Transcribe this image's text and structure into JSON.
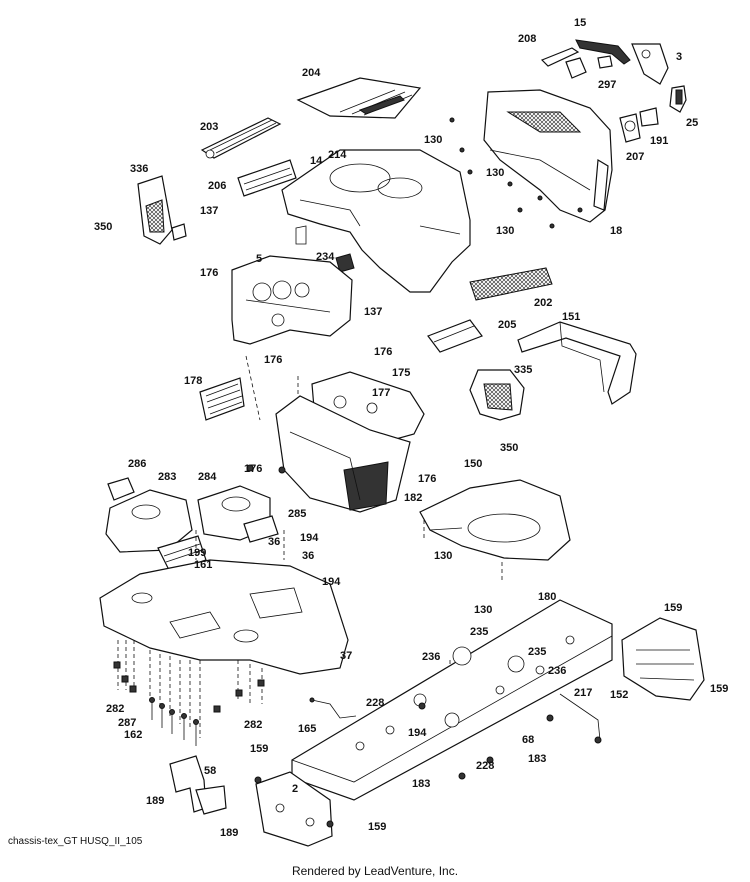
{
  "diagram": {
    "caption": "chassis-tex_GT HUSQ_II_105",
    "footer": "Rendered by LeadVenture, Inc.",
    "callouts": [
      {
        "id": "c15",
        "text": "15"
      },
      {
        "id": "c208",
        "text": "208"
      },
      {
        "id": "c3",
        "text": "3"
      },
      {
        "id": "c297",
        "text": "297"
      },
      {
        "id": "c204",
        "text": "204"
      },
      {
        "id": "c25",
        "text": "25"
      },
      {
        "id": "c203",
        "text": "203"
      },
      {
        "id": "c191",
        "text": "191"
      },
      {
        "id": "c207",
        "text": "207"
      },
      {
        "id": "c130a",
        "text": "130"
      },
      {
        "id": "c214",
        "text": "214"
      },
      {
        "id": "c14",
        "text": "14"
      },
      {
        "id": "c130b",
        "text": "130"
      },
      {
        "id": "c336",
        "text": "336"
      },
      {
        "id": "c206",
        "text": "206"
      },
      {
        "id": "c130c",
        "text": "130"
      },
      {
        "id": "c18",
        "text": "18"
      },
      {
        "id": "c137a",
        "text": "137"
      },
      {
        "id": "c350a",
        "text": "350"
      },
      {
        "id": "c5",
        "text": "5"
      },
      {
        "id": "c234",
        "text": "234"
      },
      {
        "id": "c176a",
        "text": "176"
      },
      {
        "id": "c202",
        "text": "202"
      },
      {
        "id": "c137b",
        "text": "137"
      },
      {
        "id": "c151",
        "text": "151"
      },
      {
        "id": "c205",
        "text": "205"
      },
      {
        "id": "c176b",
        "text": "176"
      },
      {
        "id": "c176c",
        "text": "176"
      },
      {
        "id": "c335",
        "text": "335"
      },
      {
        "id": "c175",
        "text": "175"
      },
      {
        "id": "c178",
        "text": "178"
      },
      {
        "id": "c177",
        "text": "177"
      },
      {
        "id": "c350b",
        "text": "350"
      },
      {
        "id": "c176d",
        "text": "176"
      },
      {
        "id": "c286",
        "text": "286"
      },
      {
        "id": "c283",
        "text": "283"
      },
      {
        "id": "c284",
        "text": "284"
      },
      {
        "id": "c150",
        "text": "150"
      },
      {
        "id": "c176e",
        "text": "176"
      },
      {
        "id": "c182",
        "text": "182"
      },
      {
        "id": "c285",
        "text": "285"
      },
      {
        "id": "c194a",
        "text": "194"
      },
      {
        "id": "c36a",
        "text": "36"
      },
      {
        "id": "c199",
        "text": "199"
      },
      {
        "id": "c36b",
        "text": "36"
      },
      {
        "id": "c161",
        "text": "161"
      },
      {
        "id": "c130d",
        "text": "130"
      },
      {
        "id": "c194b",
        "text": "194"
      },
      {
        "id": "c130e",
        "text": "130"
      },
      {
        "id": "c180",
        "text": "180"
      },
      {
        "id": "c159a",
        "text": "159"
      },
      {
        "id": "c235a",
        "text": "235"
      },
      {
        "id": "c236a",
        "text": "236"
      },
      {
        "id": "c235b",
        "text": "235"
      },
      {
        "id": "c37",
        "text": "37"
      },
      {
        "id": "c236b",
        "text": "236"
      },
      {
        "id": "c159b",
        "text": "159"
      },
      {
        "id": "c217",
        "text": "217"
      },
      {
        "id": "c152",
        "text": "152"
      },
      {
        "id": "c282a",
        "text": "282"
      },
      {
        "id": "c228a",
        "text": "228"
      },
      {
        "id": "c287",
        "text": "287"
      },
      {
        "id": "c165",
        "text": "165"
      },
      {
        "id": "c282b",
        "text": "282"
      },
      {
        "id": "c162",
        "text": "162"
      },
      {
        "id": "c194c",
        "text": "194"
      },
      {
        "id": "c68",
        "text": "68"
      },
      {
        "id": "c159c",
        "text": "159"
      },
      {
        "id": "c228b",
        "text": "228"
      },
      {
        "id": "c183a",
        "text": "183"
      },
      {
        "id": "c58",
        "text": "58"
      },
      {
        "id": "c183b",
        "text": "183"
      },
      {
        "id": "c2",
        "text": "2"
      },
      {
        "id": "c189a",
        "text": "189"
      },
      {
        "id": "c159d",
        "text": "159"
      },
      {
        "id": "c189b",
        "text": "189"
      }
    ]
  }
}
